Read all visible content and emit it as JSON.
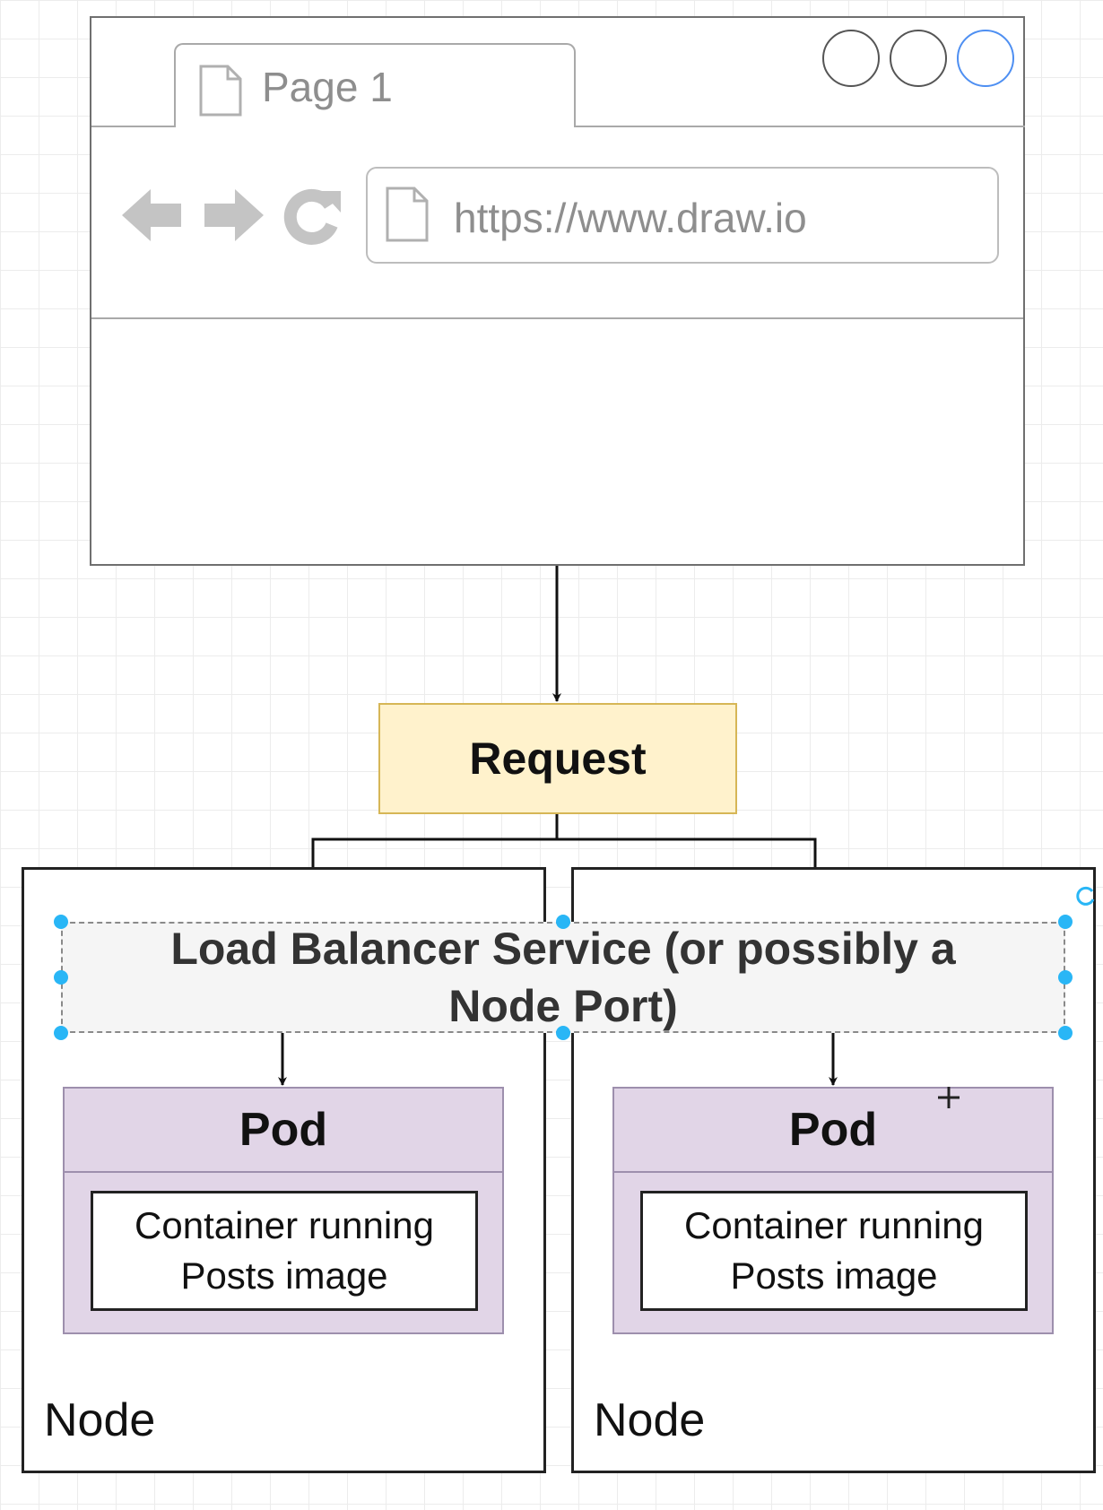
{
  "browser": {
    "tab_label": "Page 1",
    "url": "https://www.draw.io"
  },
  "request": {
    "label": "Request"
  },
  "load_balancer": {
    "line1": "Load Balancer Service (or possibly a",
    "line2": "Node Port)"
  },
  "nodes": [
    {
      "label": "Node",
      "pod": {
        "title": "Pod",
        "container_line1": "Container running",
        "container_line2": "Posts image"
      }
    },
    {
      "label": "Node",
      "pod": {
        "title": "Pod",
        "container_line1": "Container running",
        "container_line2": "Posts image"
      }
    }
  ],
  "colors": {
    "request_fill": "#fff2cc",
    "request_stroke": "#d6b656",
    "pod_fill": "#e1d5e7",
    "selection_handle": "#29b6f6",
    "window_active_button": "#4e8ff2"
  },
  "icons": [
    "page-icon",
    "back-arrow-icon",
    "forward-arrow-icon",
    "reload-icon",
    "window-circle-icon"
  ]
}
